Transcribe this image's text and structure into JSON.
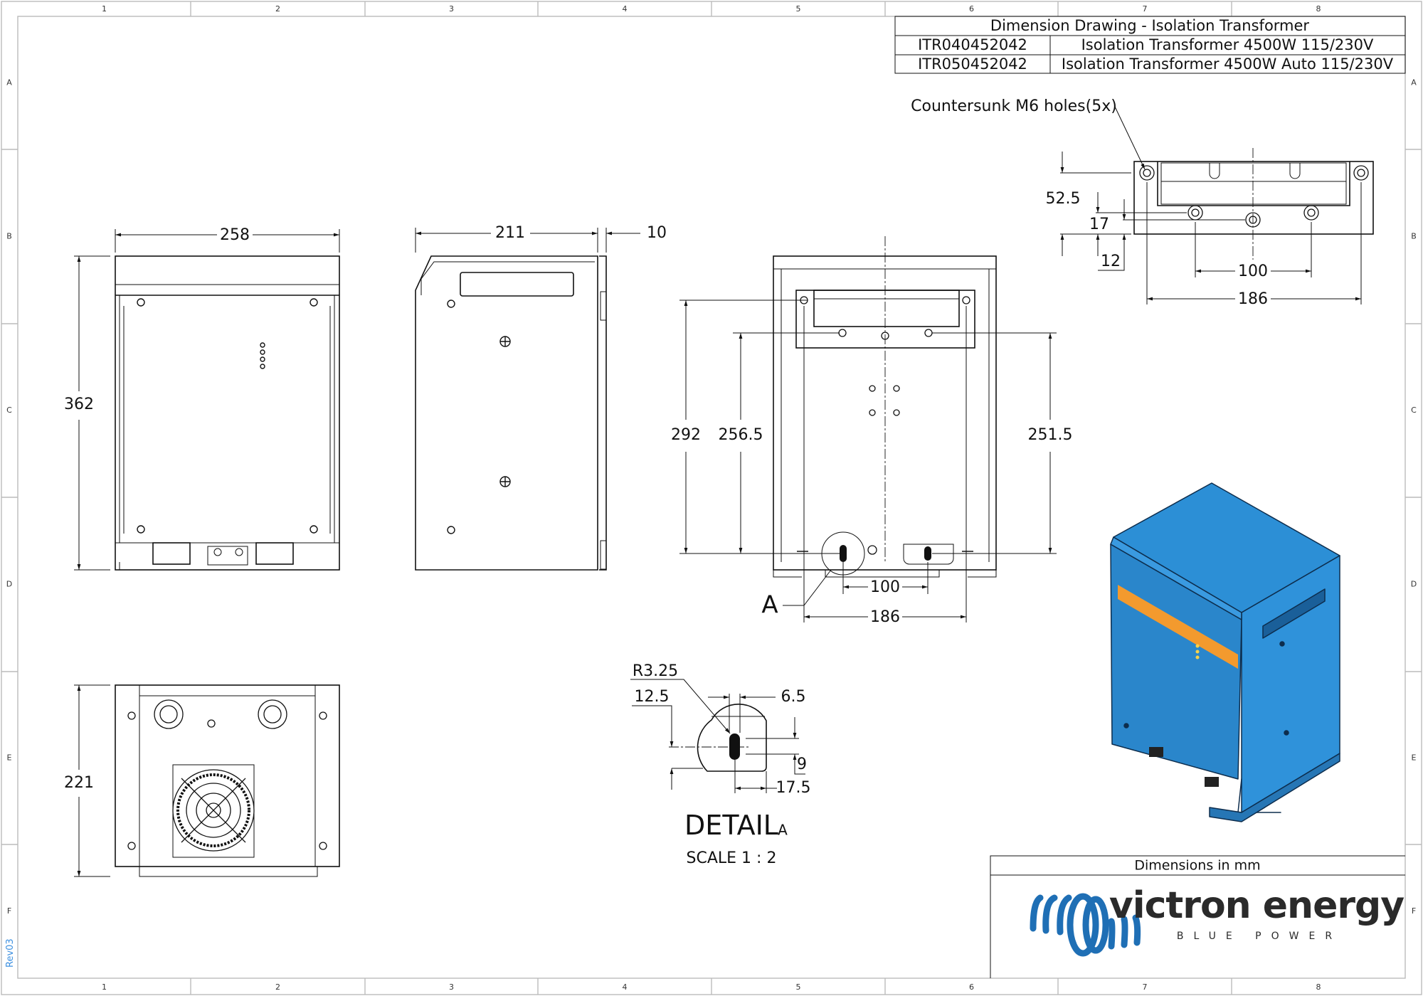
{
  "title_block": {
    "title": "Dimension Drawing - Isolation Transformer",
    "rows": [
      {
        "code": "ITR040452042",
        "description": "Isolation Transformer 4500W 115/230V"
      },
      {
        "code": "ITR050452042",
        "description": "Isolation Transformer 4500W Auto 115/230V"
      }
    ]
  },
  "grid": {
    "columns": [
      "1",
      "2",
      "3",
      "4",
      "5",
      "6",
      "7",
      "8"
    ],
    "rows": [
      "A",
      "B",
      "C",
      "D",
      "E",
      "F"
    ]
  },
  "revision": "Rev03",
  "front_view": {
    "width": "258",
    "height": "362"
  },
  "side_view": {
    "depth": "211",
    "offset": "10"
  },
  "rear_view": {
    "h1": "292",
    "h2": "256.5",
    "h3": "251.5",
    "slot_spacing": "100",
    "hole_spacing": "186",
    "detail_callout": "A"
  },
  "bottom_view": {
    "height": "221"
  },
  "bracket_view": {
    "note": "Countersunk M6 holes(5x)",
    "d1": "52.5",
    "d2": "17",
    "d3": "12",
    "d4": "100",
    "d5": "186"
  },
  "detail": {
    "radius": "R3.25",
    "d1": "12.5",
    "d2": "6.5",
    "d3": "9",
    "d4": "17.5",
    "title": "DETAIL",
    "letter": "A",
    "scale": "SCALE 1 : 2"
  },
  "footer": {
    "units": "Dimensions in mm",
    "logo_name": "victron energy",
    "logo_tagline": "BLUE POWER",
    "brand_blue": "#1f6fb5",
    "product_blue": "#2c8fd6",
    "stripe_orange": "#f39a2e"
  }
}
